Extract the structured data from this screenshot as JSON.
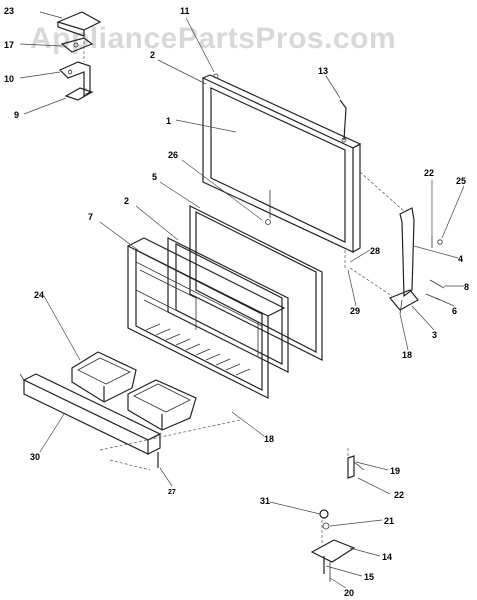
{
  "watermark": "AppliancePartsPros.com",
  "callouts": [
    {
      "id": "c23",
      "label": "23"
    },
    {
      "id": "c17",
      "label": "17"
    },
    {
      "id": "c10",
      "label": "10"
    },
    {
      "id": "c9",
      "label": "9"
    },
    {
      "id": "c11",
      "label": "11"
    },
    {
      "id": "c2a",
      "label": "2"
    },
    {
      "id": "c1",
      "label": "1"
    },
    {
      "id": "c13",
      "label": "13"
    },
    {
      "id": "c26",
      "label": "26"
    },
    {
      "id": "c5",
      "label": "5"
    },
    {
      "id": "c2b",
      "label": "2"
    },
    {
      "id": "c7",
      "label": "7"
    },
    {
      "id": "c22a",
      "label": "22"
    },
    {
      "id": "c25",
      "label": "25"
    },
    {
      "id": "c28",
      "label": "28"
    },
    {
      "id": "c4",
      "label": "4"
    },
    {
      "id": "c8",
      "label": "8"
    },
    {
      "id": "c29",
      "label": "29"
    },
    {
      "id": "c6",
      "label": "6"
    },
    {
      "id": "c3",
      "label": "3"
    },
    {
      "id": "c24",
      "label": "24"
    },
    {
      "id": "c18a",
      "label": "18"
    },
    {
      "id": "c18b",
      "label": "18"
    },
    {
      "id": "c30",
      "label": "30"
    },
    {
      "id": "c27",
      "label": "27"
    },
    {
      "id": "c19",
      "label": "19"
    },
    {
      "id": "c22b",
      "label": "22"
    },
    {
      "id": "c31",
      "label": "31"
    },
    {
      "id": "c21",
      "label": "21"
    },
    {
      "id": "c14",
      "label": "14"
    },
    {
      "id": "c15",
      "label": "15"
    },
    {
      "id": "c20",
      "label": "20"
    }
  ]
}
